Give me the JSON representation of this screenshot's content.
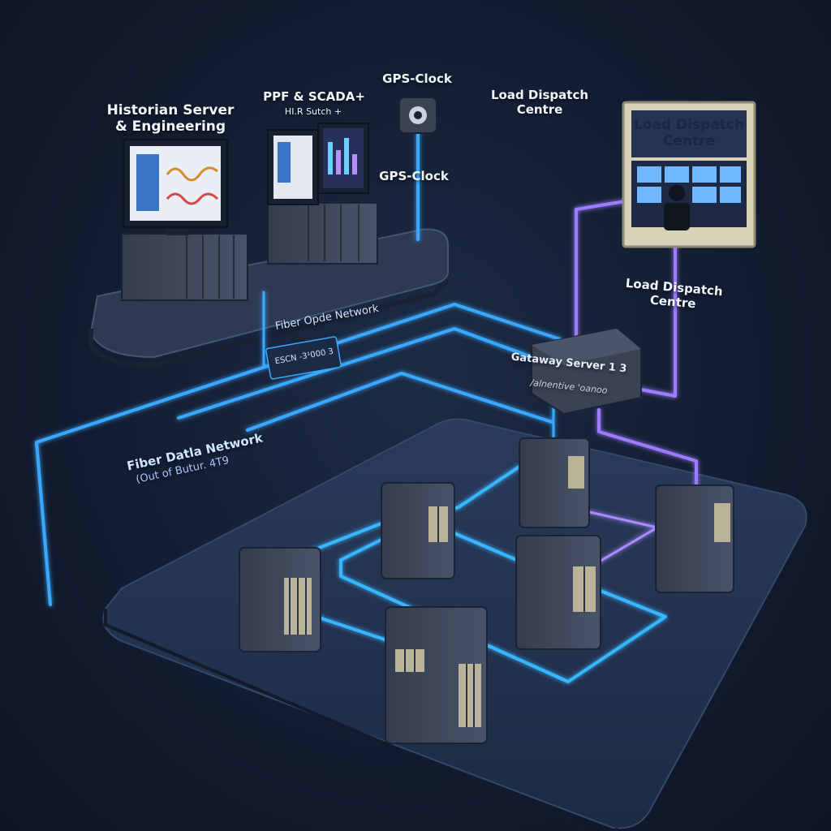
{
  "labels": {
    "historian": "Historian Server\n& Engineering",
    "ppf_scada": "PPF & SCADA+",
    "ppf_sub": "HI.R Sutch +",
    "gps_top": "GPS-Clock",
    "gps_mid": "GPS-Clock",
    "dispatch_top": "Load Dispatch\nCentre",
    "dispatch_panel": "Load Dispatch\nCentre",
    "dispatch_right": "Load Dispatch\nCentre",
    "fiber_optic": "Fiber Opde Network",
    "fiber_badge": "ESCN -3¹000 3",
    "gateway": "Gataway Server 1 3",
    "gateway_sub": "/alnentive 'oanoo",
    "fiber_data": "Fiber Datla Network",
    "fiber_data_sub": "(Out of Butur. 4T9"
  },
  "colors": {
    "background": "#131d31",
    "fiber_blue": "#3aa8ff",
    "fiber_purple": "#9d7bff",
    "device_body": "#3b4458",
    "platform": "#243453",
    "dispatch_frame": "#d8d2b8"
  },
  "icons": {
    "gps": "gps-clock-icon",
    "operator": "operator-icon"
  }
}
